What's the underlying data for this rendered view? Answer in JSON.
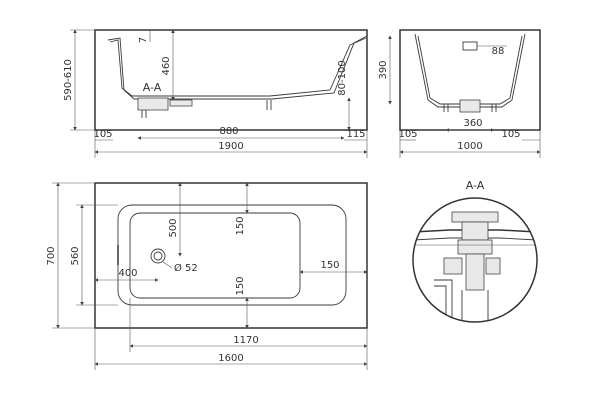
{
  "side_view": {
    "section_label": "A-A",
    "dims": {
      "height_outer": "590-610",
      "height_inner": "460",
      "top_7": "7",
      "right_height": "80-100",
      "left_105": "105",
      "bottom_880": "880",
      "right_115": "115",
      "total_1900": "1900"
    }
  },
  "end_view": {
    "dims": {
      "drain_88": "88",
      "height_390": "390",
      "legs_360": "360",
      "left_105": "105",
      "right_105": "105",
      "total_1000": "1000"
    }
  },
  "top_view": {
    "dims": {
      "width_700": "700",
      "width_560": "560",
      "drain_500": "500",
      "rim_150_top": "150",
      "drain_400": "400",
      "drain_diameter": "Ø 52",
      "rim_150_right": "150",
      "rim_150_bottom": "150",
      "inner_1170": "1170",
      "total_1600": "1600"
    }
  },
  "detail_view": {
    "label": "A-A"
  }
}
